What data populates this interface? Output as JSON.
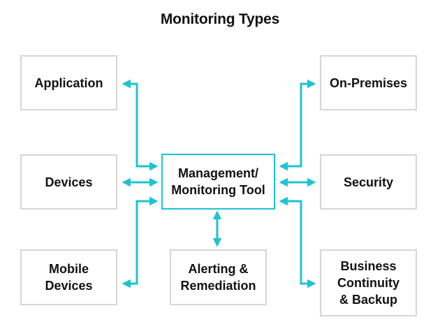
{
  "title": "Monitoring Types",
  "colors": {
    "accent": "#1cc3d2",
    "box_border": "#d6d6d6",
    "text": "#111111"
  },
  "nodes": {
    "center": "Management/\nMonitoring Tool",
    "application": "Application",
    "devices": "Devices",
    "mobile_devices": "Mobile\nDevices",
    "alerting": "Alerting &\nRemediation",
    "on_premises": "On-Premises",
    "security": "Security",
    "business_continuity": "Business\nContinuity\n& Backup"
  }
}
